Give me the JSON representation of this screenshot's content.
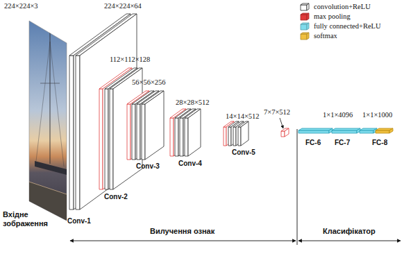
{
  "diagram": {
    "labels": [
      "224×224×3",
      "224×224×64",
      "112×112×128",
      "56×56×256",
      "28×28×512",
      "14×14×512",
      "7×7×512",
      "1×1×4096",
      "1×1×1000",
      "Conv-1",
      "Conv-2",
      "Conv-3",
      "Conv-4",
      "Conv-5",
      "FC-6",
      "FC-7",
      "FC-8",
      "Вхідне зображення",
      "Вилучення ознак",
      "Класифікатор"
    ],
    "legend": [
      {
        "text": "convolution+ReLU",
        "color": "#ffffff"
      },
      {
        "text": "max pooling",
        "color": "#e03a3a"
      },
      {
        "text": "fully connected+ReLU",
        "color": "#7fdcec"
      },
      {
        "text": "softmax",
        "color": "#f0c040"
      }
    ]
  }
}
